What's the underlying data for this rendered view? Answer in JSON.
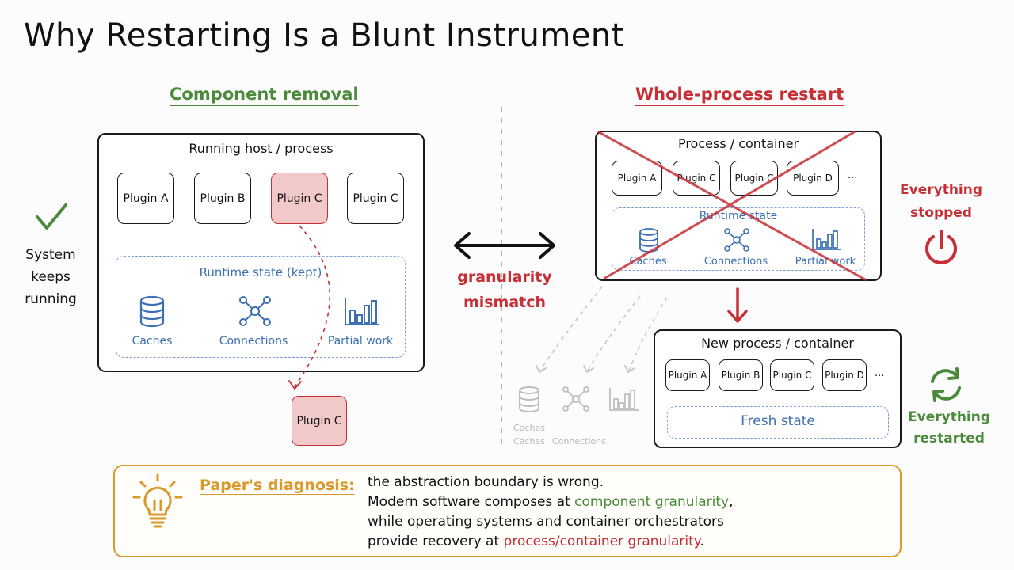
{
  "title": "Why Restarting Is a Blunt Instrument",
  "left": {
    "heading": "Component removal",
    "box_title": "Running host / process",
    "plugins": [
      "Plugin A",
      "Plugin B",
      "Plugin C",
      "Plugin C"
    ],
    "removed_plugin": "Plugin C",
    "state_title": "Runtime state (kept)",
    "state_items": [
      "Caches",
      "Connections",
      "Partial work"
    ],
    "side_label": "System keeps running"
  },
  "middle": {
    "label_line1": "granularity",
    "label_line2": "mismatch"
  },
  "right": {
    "heading": "Whole-process restart",
    "box_title": "Process / container",
    "plugins": [
      "Plugin A",
      "Plugin C",
      "Plugin C",
      "Plugin D",
      "..."
    ],
    "state_title": "Runtime state",
    "state_items": [
      "Caches",
      "Connections",
      "Partial work"
    ],
    "lost_items": [
      "Caches",
      "Connections"
    ],
    "stopped_label_1": "Everything",
    "stopped_label_2": "stopped",
    "new_box_title": "New process / container",
    "new_plugins": [
      "Plugin A",
      "Plugin B",
      "Plugin C",
      "Plugin D",
      "..."
    ],
    "fresh_state": "Fresh state",
    "restarted_label_1": "Everything",
    "restarted_label_2": "restarted"
  },
  "diagnosis": {
    "label": "Paper's diagnosis:",
    "line1": "the abstraction boundary is wrong.",
    "line2_pre": "Modern software composes at ",
    "line2_hl": "component granularity",
    "line2_post": ",",
    "line3": "while operating systems and container orchestrators",
    "line4_pre": "provide recovery at ",
    "line4_hl": "process/container granularity",
    "line4_post": "."
  },
  "colors": {
    "green": "#4a8a3a",
    "red": "#c62f36",
    "blue": "#3c6fb3",
    "orange": "#d99a2b"
  },
  "icons": [
    "check-icon",
    "database-icon",
    "network-icon",
    "bar-chart-icon",
    "power-icon",
    "refresh-icon",
    "lightbulb-icon",
    "double-arrow-icon",
    "down-arrow-icon"
  ]
}
